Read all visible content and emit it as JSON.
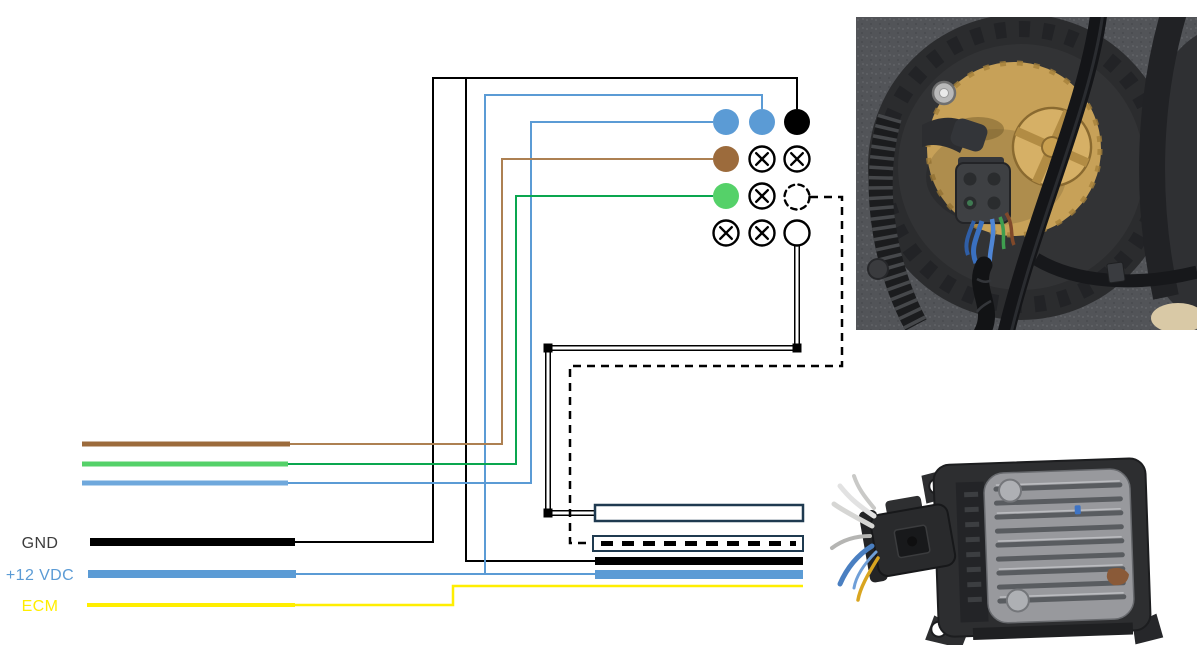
{
  "labels": {
    "gnd": "GND",
    "vdc": "+12 VDC",
    "ecm": "ECM"
  },
  "colors": {
    "black": "#000000",
    "blue": "#5b9bd5",
    "blue_light": "#6fa8dc",
    "brown": "#9c6b3c",
    "brown_thin": "#ad8052",
    "green_bright": "#55d169",
    "green_dark": "#0aa64f",
    "yellow": "#ffee00",
    "box_border": "#1f3a50",
    "gnd_text": "#3c3c3c",
    "white": "#ffffff"
  },
  "pump_connector": {
    "grid": [
      [
        "blue",
        "blue",
        "black"
      ],
      [
        "brown",
        "crossed",
        "crossed"
      ],
      [
        "green",
        "crossed",
        "dashed-open"
      ],
      [
        "crossed",
        "crossed",
        "open"
      ]
    ]
  },
  "module_connector": {
    "slots": [
      "outlined-box",
      "dashed-box",
      "black-bar",
      "blue-bar"
    ]
  }
}
